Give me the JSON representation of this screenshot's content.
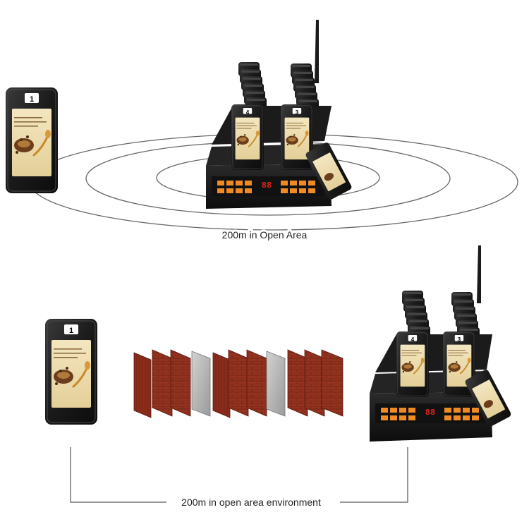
{
  "top_section": {
    "caption": "200m in Open Area",
    "pager_number": "1",
    "base_display": "88",
    "charging_pager_numbers": [
      "4",
      "3"
    ]
  },
  "bottom_section": {
    "caption": "200m in open area environment",
    "pager_number": "1",
    "base_display": "88",
    "charging_pager_numbers": [
      "4",
      "3"
    ],
    "obstacles": [
      "wood-door",
      "brick-wall",
      "brick-wall",
      "glass-panel",
      "wood-door",
      "brick-wall",
      "brick-wall",
      "glass-panel",
      "brick-wall",
      "brick-wall",
      "brick-wall"
    ]
  },
  "colors": {
    "device_body": "#1c1c1c",
    "screen_cream": "#efe0b8",
    "keypad_orange": "#f08a24",
    "led_red": "#e0241b",
    "wood": "#8b2c1c",
    "brick": "#9a3a26",
    "glass": "#b9b9b9",
    "range_rings": "#555555"
  }
}
